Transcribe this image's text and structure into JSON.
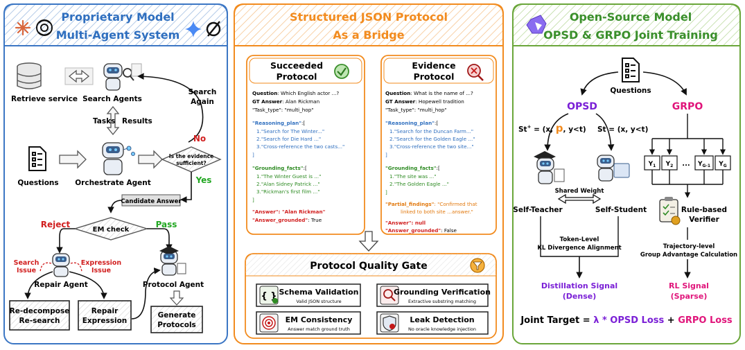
{
  "colors": {
    "left_accent": "#3b76c4",
    "mid_accent": "#f28b1e",
    "right_accent": "#6aa63a",
    "red": "#d11f1f",
    "green": "#22a722",
    "purple": "#7a1fd6",
    "pink": "#e0147a",
    "key_blue": "#2f6fbf",
    "key_green": "#2e8b23",
    "key_orange": "#e27a10"
  },
  "panel_left": {
    "title_line1": "Proprietary Model",
    "title_line2": "Multi-Agent System",
    "retrieve_service": "Retrieve service",
    "search_agents": "Search Agents",
    "search_again_1": "Search",
    "search_again_2": "Again",
    "tasks": "Tasks",
    "results": "Results",
    "no": "No",
    "yes": "Yes",
    "evidence_q_1": "Is the evidence",
    "evidence_q_2": "sufficient?",
    "questions": "Questions",
    "orchestrate_agent": "Orchestrate Agent",
    "candidate_answer": "Candidate Answer",
    "reject": "Reject",
    "pass": "Pass",
    "em_check": "EM check",
    "search_issue_1": "Search",
    "search_issue_2": "Issue",
    "expression_issue_1": "Expression",
    "expression_issue_2": "Issue",
    "repair_agent": "Repair Agent",
    "protocol_agent": "Protocol Agent",
    "redecompose_1": "Re-decompose",
    "redecompose_2": "Re-search",
    "repair_expr_1": "Repair",
    "repair_expr_2": "Expression",
    "generate_1": "Generate",
    "generate_2": "Protocols"
  },
  "panel_mid": {
    "title_line1": "Structured JSON Protocol",
    "title_line2": "As a Bridge",
    "succeeded": {
      "title_1": "Succeeded",
      "title_2": "Protocol",
      "question_key": "Question",
      "question_val": ":  Which English actor ...?",
      "gt_key": "GT Answer",
      "gt_val": ":  Alan Rickman",
      "task_type": "\"Task_type\": \"multi_hop\"",
      "plan_key": "\"Reasoning_plan\"",
      "plan_items": [
        "1.\"Search for The Winter...\"",
        "2.\"Search for Die Hard ...\"",
        "3.\"Cross-reference the two casts...\""
      ],
      "facts_key": "\"Grounding_facts\"",
      "facts_items": [
        "1.\"The Winter Guest is ...\"",
        "2.\"Alan Sidney Patrick ...\"",
        "3.\"Rickman's first film ...\""
      ],
      "answer_line": "\"Answer\": \"Alan Rickman\"",
      "grounded_key": "\"Answer_grounded\"",
      "grounded_val": ":  True"
    },
    "evidence": {
      "title_1": "Evidence",
      "title_2": "Protocol",
      "question_key": "Question",
      "question_val": ":  What is the name of ...?",
      "gt_key": "GT Answer",
      "gt_val": ":  Hopewell tradition",
      "task_type": "\"Task_type\": \"multi_hop\"",
      "plan_key": "\"Reasoning_plan\"",
      "plan_items": [
        "1.\"Search for the Duncan Farm...\"",
        "2.\"Search for the Golden Eagle ...\"",
        "3.\"Cross-reference the two site...\""
      ],
      "facts_key": "\"Grounding_facts\"",
      "facts_items": [
        "1.\"The site was ...\"",
        "2.\"The Golden Eagle ...\""
      ],
      "partial_key": "\"Partial_findings\"",
      "partial_val_1": ":  \"Confirmed that",
      "partial_val_2": "linked to both site ...answer.\"",
      "answer_line": "\"Answer\": null",
      "grounded_key": "\"Answer_grounded\"",
      "grounded_val": ":  False"
    },
    "gate_title": "Protocol Quality Gate",
    "gate_items": [
      {
        "title": "Schema Validation",
        "sub": "Valid JSON structure"
      },
      {
        "title": "Grounding Verification",
        "sub": "Extractive substring matching"
      },
      {
        "title": "EM Consistency",
        "sub": "Answer match ground truth"
      },
      {
        "title": "Leak Detection",
        "sub": "No oracle knowledge injection"
      }
    ]
  },
  "panel_right": {
    "title_line1": "Open-Source Model",
    "title_line2": "OPSD & GRPO Joint Training",
    "questions": "Questions",
    "opsd": "OPSD",
    "grpo": "GRPO",
    "st_plus_a": "St",
    "st_plus_sup": "+",
    "st_plus_b": " = (x, ",
    "st_plus_p": "p",
    "st_plus_c": ", y<t)",
    "st_plain": "St = (x, y<t)",
    "shared_weight": "Shared Weight",
    "self_teacher": "Self-Teacher",
    "self_student": "Self-Student",
    "token_level_1": "Token-Level",
    "token_level_2": "KL Divergence Alignment",
    "distill_1": "Distillation Signal",
    "distill_2": "(Dense)",
    "y_labels": [
      "Y",
      "Y",
      "...",
      "Y",
      "Y"
    ],
    "y_subs": [
      "1",
      "2",
      "",
      "G-1",
      "G"
    ],
    "rule_1": "Rule-based",
    "rule_2": "Verifier",
    "traj_1": "Trajectory-level",
    "traj_2": "Group Advantage Calculation",
    "rl_1": "RL Signal",
    "rl_2": "(Sparse)",
    "joint_a": "Joint Target = ",
    "joint_b": "λ * OPSD Loss",
    "joint_c": " + ",
    "joint_d": "GRPO Loss"
  }
}
